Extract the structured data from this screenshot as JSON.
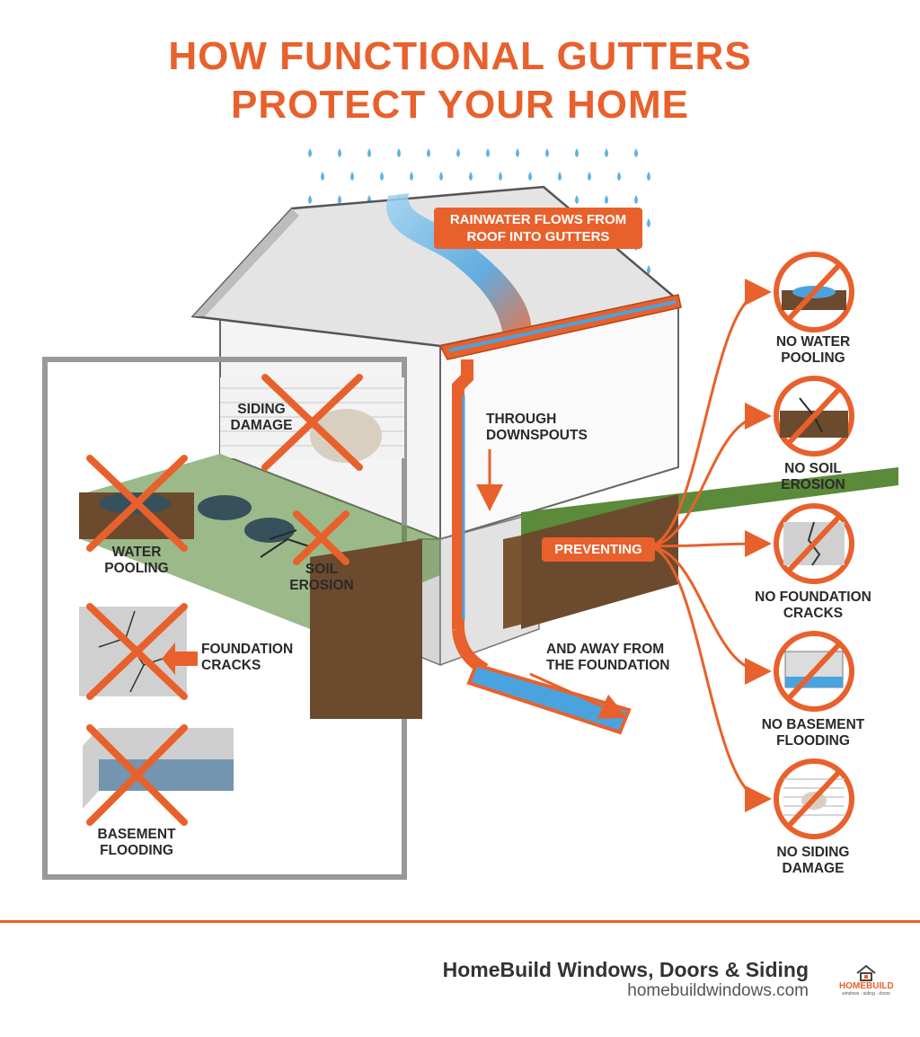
{
  "title": {
    "line1": "HOW FUNCTIONAL GUTTERS",
    "line2": "PROTECT YOUR HOME"
  },
  "callouts": {
    "rainwater": {
      "line1": "RAINWATER FLOWS FROM",
      "line2": "ROOF INTO GUTTERS"
    },
    "downspouts": {
      "line1": "THROUGH",
      "line2": "DOWNSPOUTS"
    },
    "preventing": "PREVENTING",
    "away": {
      "line1": "AND AWAY FROM",
      "line2": "THE FOUNDATION"
    }
  },
  "problems": {
    "siding": {
      "line1": "SIDING",
      "line2": "DAMAGE"
    },
    "pooling": {
      "line1": "WATER",
      "line2": "POOLING"
    },
    "erosion": {
      "line1": "SOIL",
      "line2": "EROSION"
    },
    "cracks": {
      "line1": "FOUNDATION",
      "line2": "CRACKS"
    },
    "flooding": {
      "line1": "BASEMENT",
      "line2": "FLOODING"
    }
  },
  "benefits": [
    {
      "line1": "NO WATER",
      "line2": "POOLING",
      "icon": "water-pooling-icon"
    },
    {
      "line1": "NO SOIL",
      "line2": "EROSION",
      "icon": "soil-erosion-icon"
    },
    {
      "line1": "NO FOUNDATION",
      "line2": "CRACKS",
      "icon": "foundation-cracks-icon"
    },
    {
      "line1": "NO BASEMENT",
      "line2": "FLOODING",
      "icon": "basement-flooding-icon"
    },
    {
      "line1": "NO SIDING",
      "line2": "DAMAGE",
      "icon": "siding-damage-icon"
    }
  ],
  "footer": {
    "company": "HomeBuild Windows, Doors & Siding",
    "website": "homebuildwindows.com",
    "logo_brand": "HOMEBUILD",
    "logo_tagline": "windows · siding · doors"
  },
  "colors": {
    "accent": "#e8612c",
    "water": "#4aa3df",
    "soil": "#6b4a2e",
    "grass": "#5a8a3a",
    "gray": "#8a8a8a"
  }
}
